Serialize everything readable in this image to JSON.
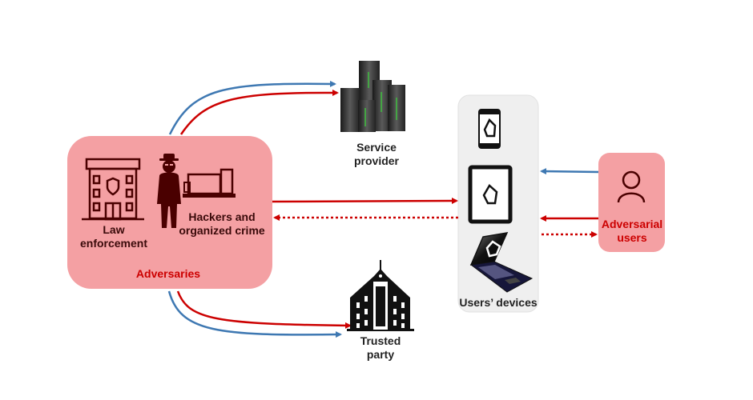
{
  "colors": {
    "adversary_fill": "#f4a0a3",
    "icon_dark": "#4a0000",
    "label_red": "#cc0000",
    "arrow_red": "#cc0000",
    "arrow_blue": "#3e78b2",
    "devices_panel": "#efefef"
  },
  "adversaries": {
    "title": "Adversaries",
    "members": [
      {
        "label": "Law enforcement",
        "line1": "Law",
        "line2": "enforcement",
        "icon": "police-building-icon"
      },
      {
        "label": "Hackers and organized crime",
        "line1": "Hackers and",
        "line2": "organized crime",
        "icon": "hacker-computer-icon"
      }
    ]
  },
  "service_provider": {
    "line1": "Service",
    "line2": "provider",
    "icon": "server-rack-icon"
  },
  "trusted_party": {
    "line1": "Trusted",
    "line2": "party",
    "icon": "building-icon"
  },
  "users_devices": {
    "title": "Users’ devices",
    "devices": [
      {
        "name": "smartphone",
        "icon": "smartphone-icon"
      },
      {
        "name": "tablet",
        "icon": "tablet-icon"
      },
      {
        "name": "laptop",
        "icon": "laptop-icon"
      }
    ]
  },
  "adversarial_users": {
    "line1": "Adversarial",
    "line2": "users",
    "icon": "user-icon"
  },
  "connections": [
    {
      "from": "adversaries",
      "to": "service_provider",
      "color": "blue",
      "style": "solid"
    },
    {
      "from": "adversaries",
      "to": "service_provider",
      "color": "red",
      "style": "solid"
    },
    {
      "from": "adversaries",
      "to": "trusted_party",
      "color": "red",
      "style": "solid"
    },
    {
      "from": "adversaries",
      "to": "trusted_party",
      "color": "blue",
      "style": "solid"
    },
    {
      "from": "adversaries",
      "to": "users_devices",
      "color": "red",
      "style": "solid"
    },
    {
      "from": "users_devices",
      "to": "adversaries",
      "color": "red",
      "style": "dotted"
    },
    {
      "from": "adversarial_users",
      "to": "users_devices",
      "color": "blue",
      "style": "solid"
    },
    {
      "from": "adversarial_users",
      "to": "users_devices",
      "color": "red",
      "style": "solid"
    },
    {
      "from": "users_devices",
      "to": "adversarial_users",
      "color": "red",
      "style": "dotted"
    }
  ]
}
